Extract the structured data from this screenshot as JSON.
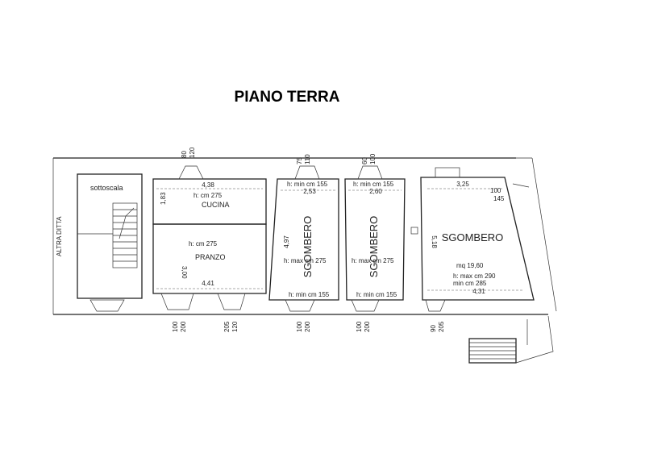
{
  "title": "PIANO   TERRA",
  "neighbor_label": "ALTRA  DITTA",
  "rooms": {
    "sottoscala": "sottoscala",
    "cucina": "CUCINA",
    "pranzo": "PRANZO",
    "sgombero1": "SGOMBERO",
    "sgombero2": "SGOMBERO",
    "sgombero3": "SGOMBERO"
  },
  "dims": {
    "cucina_width": "4,38",
    "cucina_height": "h: cm 275",
    "cucina_depth": "1,83",
    "pranzo_height": "h: cm 275",
    "pranzo_depth": "3,00",
    "pranzo_width": "4,41",
    "sg1_top": "h: min cm 155",
    "sg1_width": "2,53",
    "sg1_depth": "4,97",
    "sg1_max": "h: max cm 275",
    "sg1_bottom": "h: min cm 155",
    "sg2_top": "h: min cm 155",
    "sg2_width": "2,60",
    "sg2_max": "h: max cm 275",
    "sg2_bottom": "h: min cm 155",
    "sg3_width": "3,25",
    "sg3_depth": "5,18",
    "sg3_area": "mq 19,60",
    "sg3_max": "h: max cm 290",
    "sg3_min": "min cm 285",
    "sg3_bottom_width": "4,31",
    "sg3_window_a": "100",
    "sg3_window_b": "145"
  },
  "openings_top": [
    {
      "a": "80",
      "b": "120"
    },
    {
      "a": "75",
      "b": "110"
    },
    {
      "a": "60",
      "b": "100"
    }
  ],
  "openings_bottom": [
    {
      "a": "100",
      "b": "200"
    },
    {
      "a": "205",
      "b": "120"
    },
    {
      "a": "100",
      "b": "200"
    },
    {
      "a": "100",
      "b": "200"
    },
    {
      "a": "90",
      "b": "205"
    }
  ]
}
